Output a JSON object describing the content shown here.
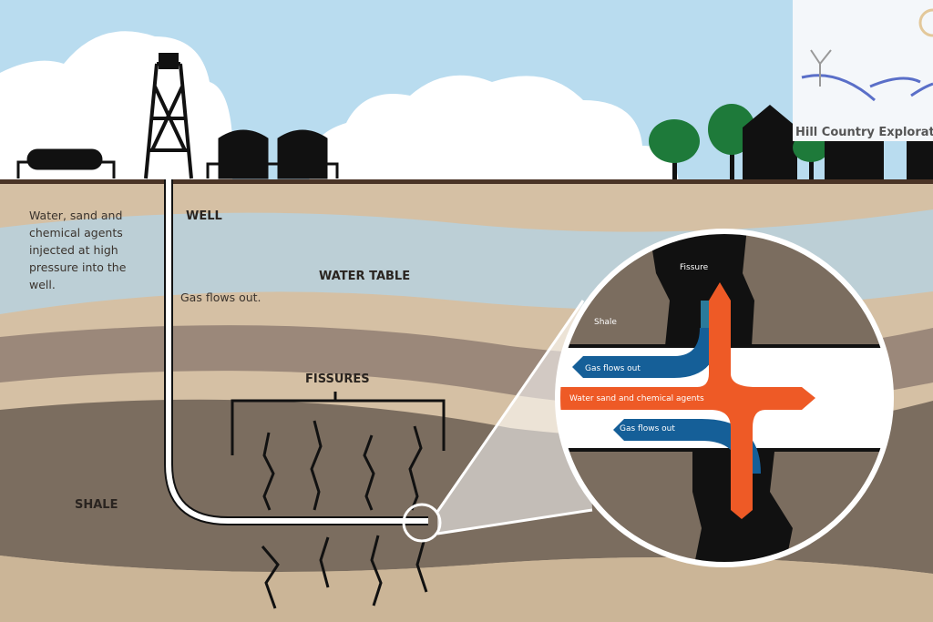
{
  "labels": {
    "intro_lines": [
      "Water, sand and",
      "chemical agents",
      "injected at high",
      "pressure into the",
      "well."
    ],
    "well": "WELL",
    "water_table": "WATER TABLE",
    "gas_flows_out": "Gas flows out.",
    "fissures": "FISSURES",
    "shale": "SHALE"
  },
  "inset": {
    "fissure": "Fissure",
    "shale": "Shale",
    "gas_out_top": "Gas flows out",
    "gas_out_bottom": "Gas flows out",
    "water_agents": "Water sand and chemical agents"
  },
  "logo": {
    "text": "Hill Country Exploration"
  },
  "colors": {
    "orange": "#ee5a26",
    "blue": "#155f98",
    "shale": "#7b6d5f",
    "sky": "#b9dcef"
  }
}
